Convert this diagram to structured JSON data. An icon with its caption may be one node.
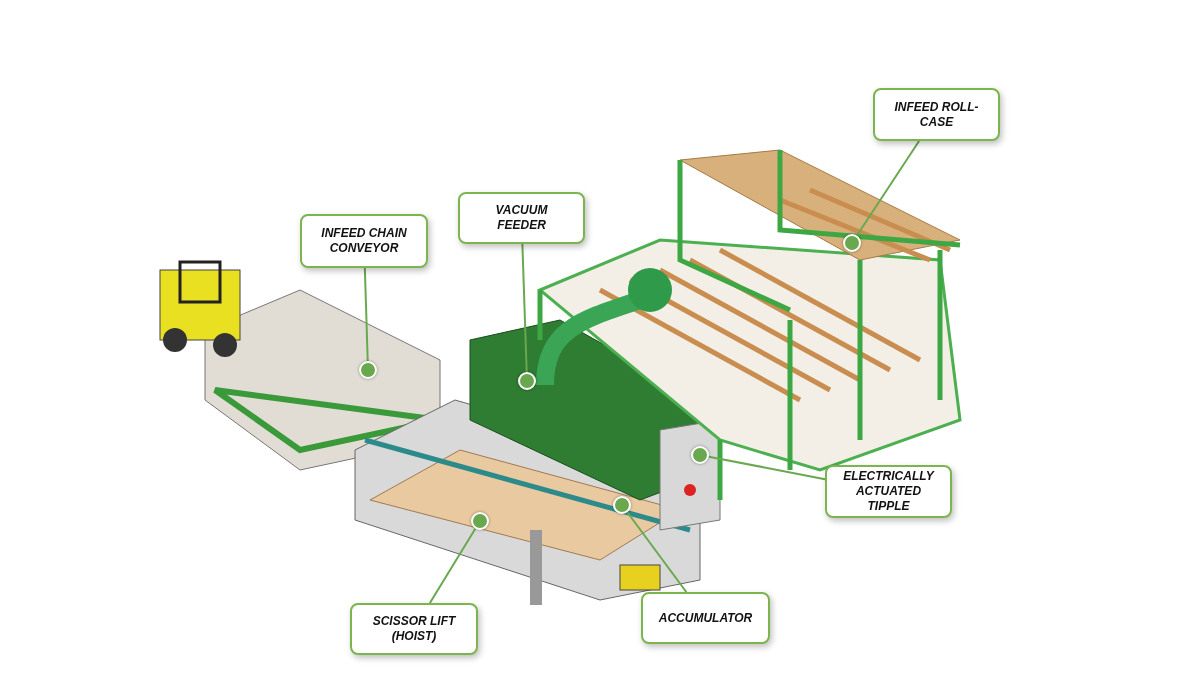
{
  "diagram": {
    "nodes": [
      {
        "text": [
          "INFEED ROLL-CASE"
        ]
      },
      {
        "text": [
          "VACUUM FEEDER"
        ]
      },
      {
        "text": [
          "INFEED CHAIN CONVEYOR"
        ]
      },
      {
        "text": [
          "ELECTRICALLY ACTUATED TIPPLE"
        ]
      },
      {
        "text": [
          "SCISSOR LIFT (HOIST)"
        ]
      },
      {
        "text": [
          "ACCUMULATOR"
        ]
      },
      {
        "text": [],
        "shape": "circle"
      },
      {
        "text": [],
        "shape": "circle"
      },
      {
        "text": [],
        "shape": "circle"
      },
      {
        "text": [],
        "shape": "circle"
      },
      {
        "text": [],
        "shape": "circle"
      },
      {
        "text": [],
        "shape": "circle"
      }
    ],
    "edges": [
      {
        "from": 0,
        "to": 6,
        "arrow": "none"
      },
      {
        "from": 1,
        "to": 7,
        "arrow": "none"
      },
      {
        "from": 2,
        "to": 8,
        "arrow": "none"
      },
      {
        "from": 3,
        "to": 9,
        "arrow": "none"
      },
      {
        "from": 4,
        "to": 10,
        "arrow": "none"
      },
      {
        "from": 5,
        "to": 11,
        "arrow": "none"
      }
    ]
  }
}
